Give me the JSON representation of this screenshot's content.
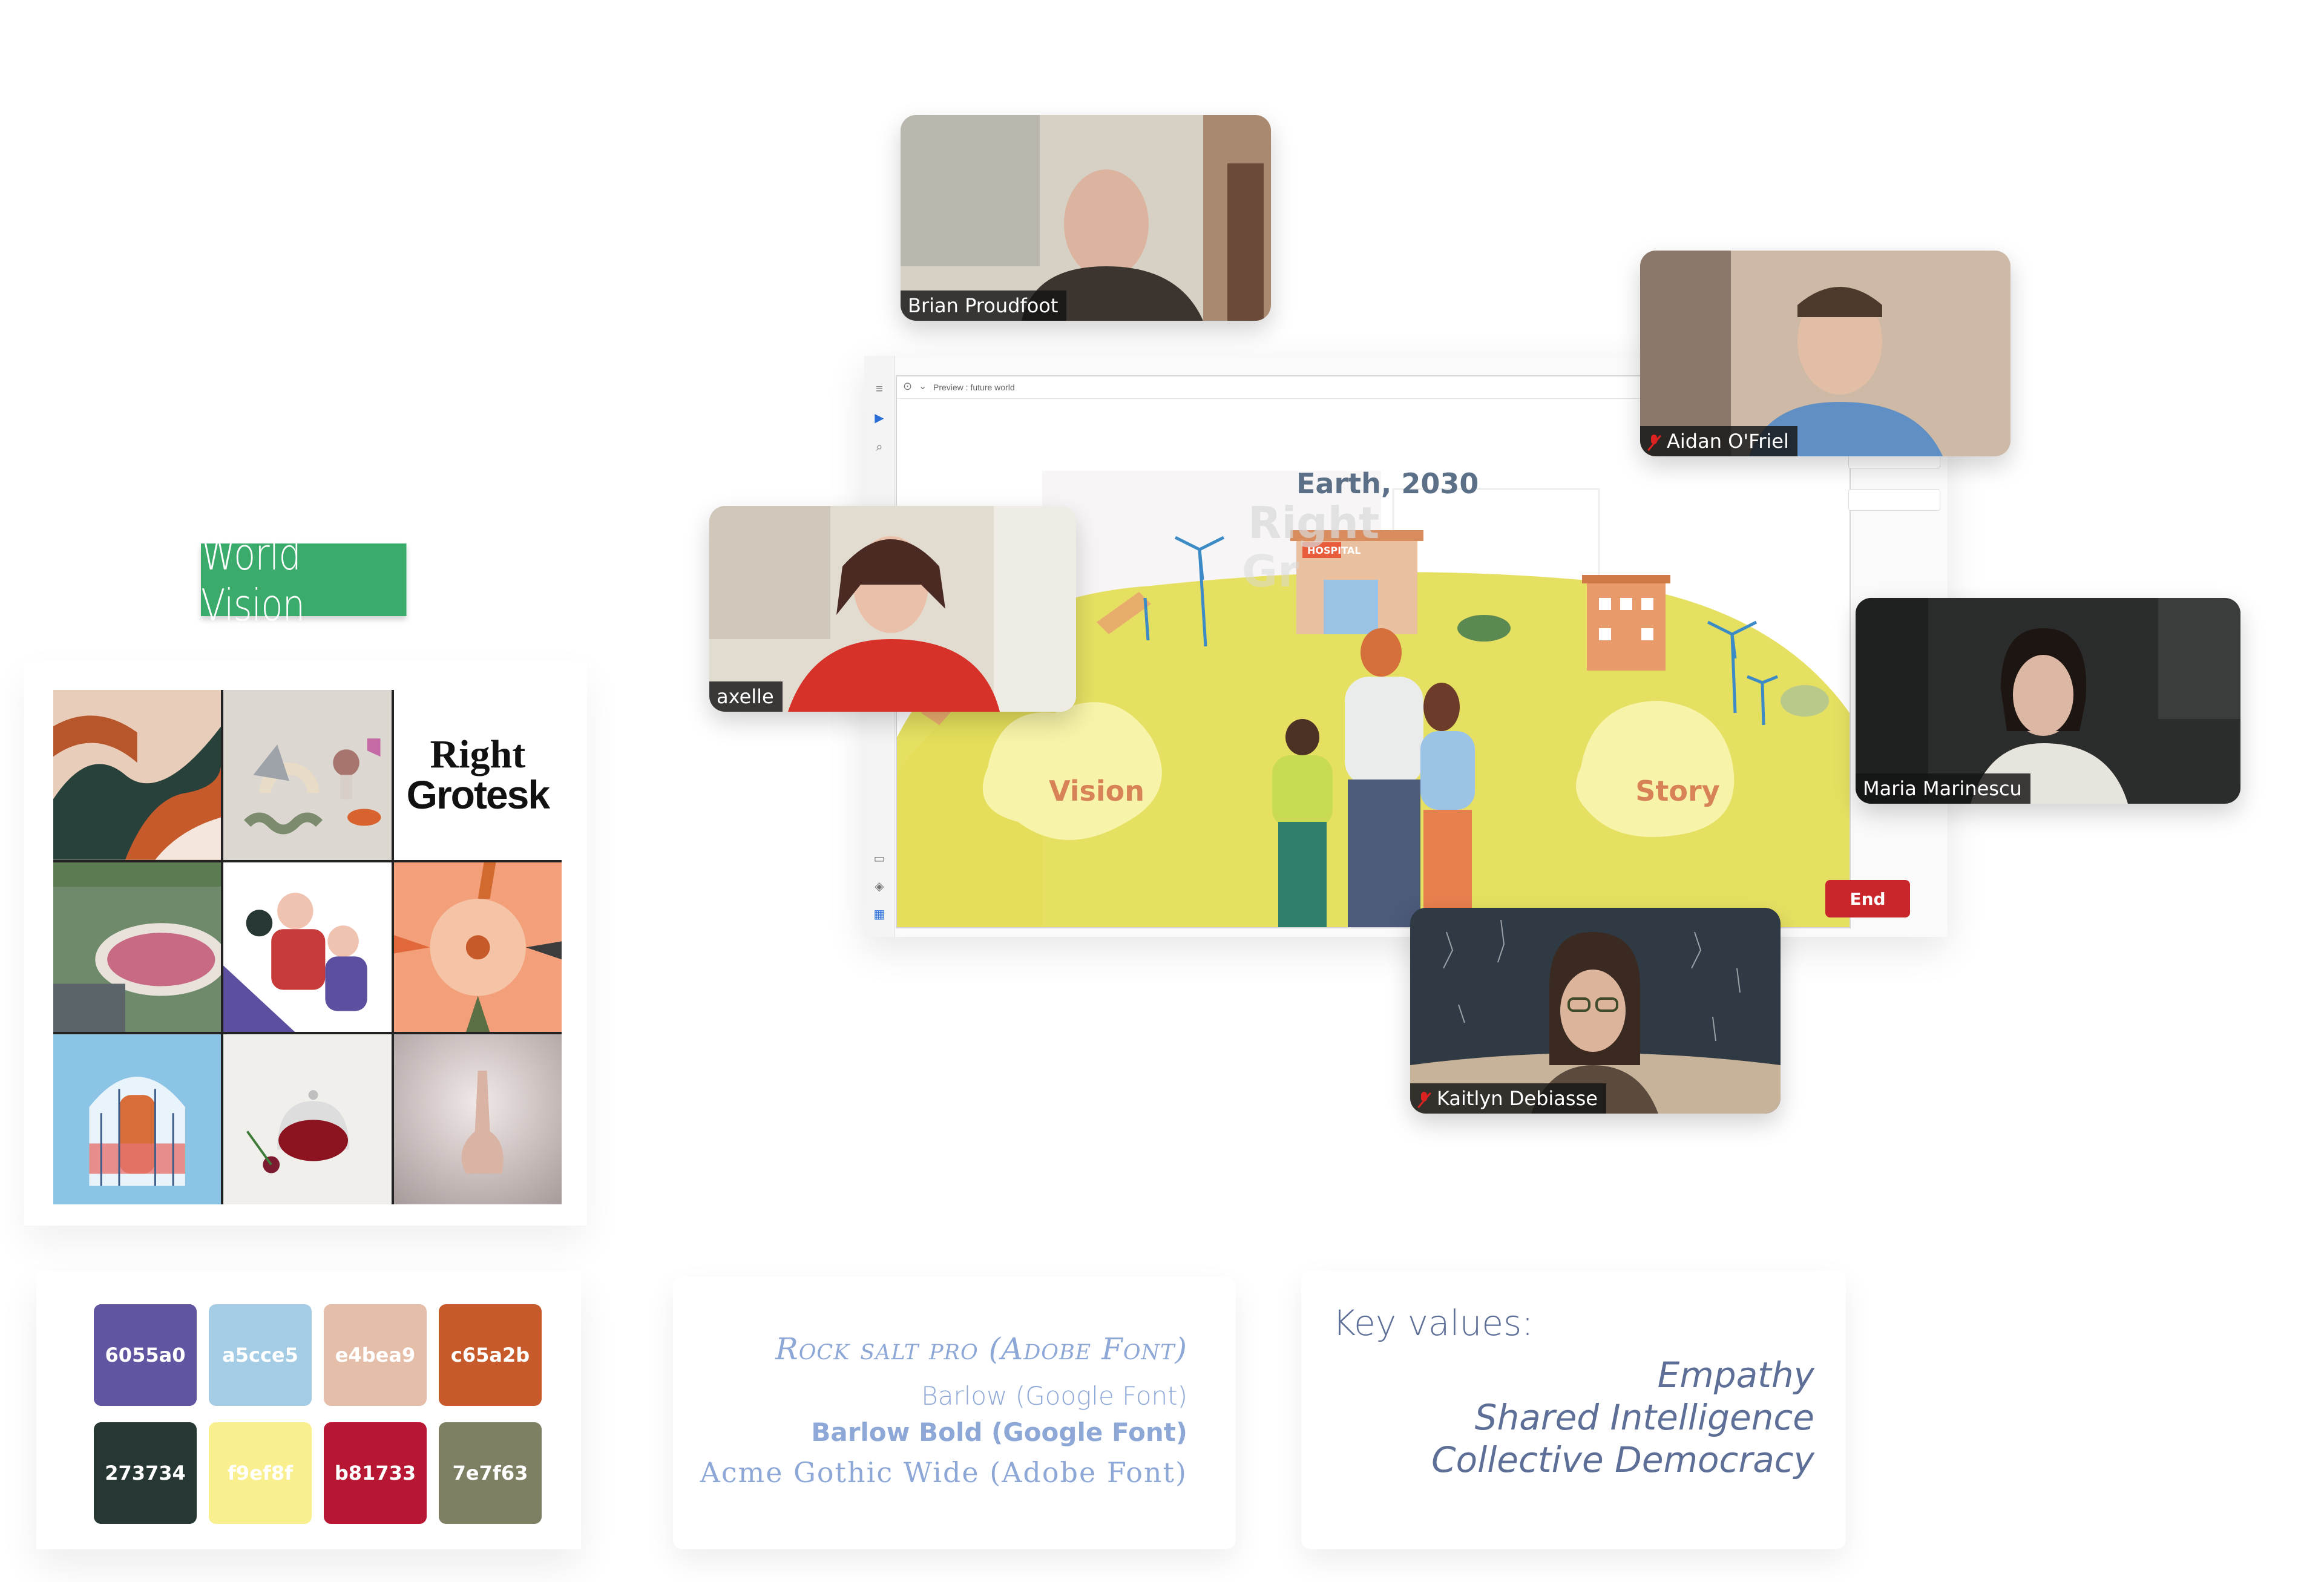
{
  "moodboard": {
    "label": "World Vision",
    "font_sample": {
      "line1": "Right",
      "line2": "Grotesk"
    }
  },
  "palette": [
    {
      "hex": "6055a0",
      "color": "#6055a0",
      "text_color": "#ffffff"
    },
    {
      "hex": "a5cce5",
      "color": "#a5cce5",
      "text_color": "#ffffff"
    },
    {
      "hex": "e4bea9",
      "color": "#e4bea9",
      "text_color": "#ffffff"
    },
    {
      "hex": "c65a2b",
      "color": "#c65a2b",
      "text_color": "#ffffff"
    },
    {
      "hex": "273734",
      "color": "#273734",
      "text_color": "#ffffff"
    },
    {
      "hex": "f9ef8f",
      "color": "#f9ef8f",
      "text_color": "#ffffff"
    },
    {
      "hex": "b81733",
      "color": "#b81733",
      "text_color": "#ffffff"
    },
    {
      "hex": "7e7f63",
      "color": "#7e7f63",
      "text_color": "#ffffff"
    }
  ],
  "fonts": [
    "Rock salt pro (Adobe Font)",
    "Barlow (Google Font)",
    "Barlow Bold (Google Font)",
    "Acme Gothic Wide (Adobe Font)"
  ],
  "key_values": {
    "title": "Key values:",
    "items": [
      "Empathy",
      "Shared Intelligence",
      "Collective Democracy"
    ]
  },
  "app": {
    "breadcrumb": "Preview : future world",
    "slide_title": "Earth, 2030",
    "hospital_sign": "HOSPITAL",
    "faded_title_1": "Right",
    "faded_title_2": "Gr",
    "blob_left": "Vision",
    "blob_right": "Story",
    "end_button": "End"
  },
  "participants": [
    {
      "name": "Brian Proudfoot",
      "muted": false
    },
    {
      "name": "Aidan O'Friel",
      "muted": true
    },
    {
      "name": "axelle",
      "muted": false
    },
    {
      "name": "Maria Marinescu",
      "muted": false
    },
    {
      "name": "Kaitlyn Debiasse",
      "muted": true
    }
  ],
  "colors": {
    "green_label": "#3aab6b",
    "end_button": "#c8262a",
    "font_text": "#8da7d6",
    "key_values_text": "#5d6f97",
    "hill": "#e6e062"
  }
}
